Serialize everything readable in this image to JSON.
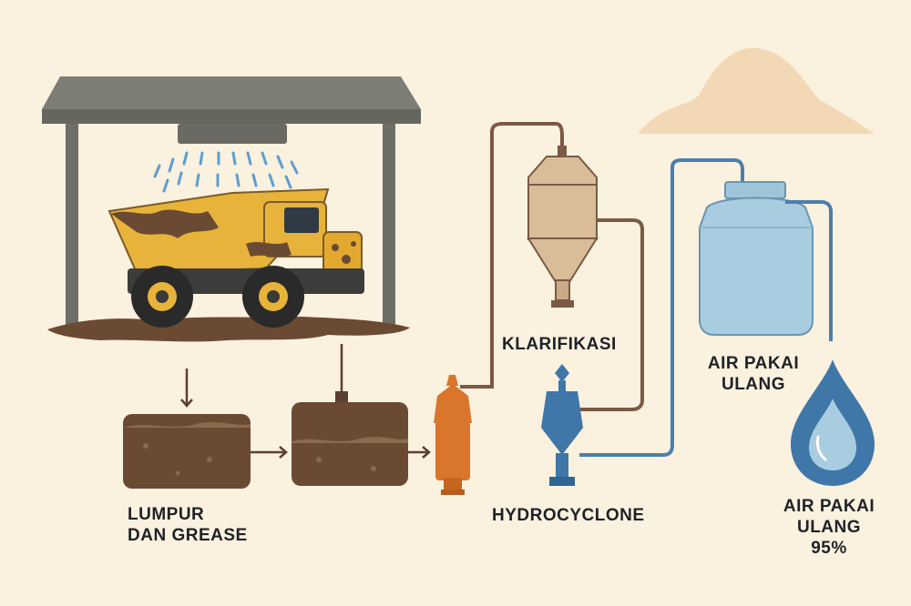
{
  "labels": {
    "lumpur": {
      "line1": "LUMPUR",
      "line2": "DAN GREASE"
    },
    "klarifikasi": "KLARIFIKASI",
    "hydrocyclone": "HYDROCYCLONE",
    "tank": {
      "line1": "AIR PAKAI",
      "line2": "ULANG"
    },
    "drop": {
      "line1": "AIR PAKAI",
      "line2": "ULANG",
      "line3": "95%"
    }
  },
  "colors": {
    "background": "#fbf1df",
    "truck": "#e8b33a",
    "mud": "#6b4a33",
    "pipe_brown": "#7a5a45",
    "pipe_blue": "#4b7fad",
    "filter_orange": "#d9762b",
    "clarifier": "#d8bd98",
    "hydrocyclone": "#3f77a8",
    "tank": "#a9cde0",
    "drop": "#3f77a8",
    "roof": "#7a7a72"
  },
  "icons": [
    "washing-shed",
    "dump-truck",
    "water-spray",
    "mud-pit",
    "settling-tank",
    "filter",
    "clarifier",
    "hydrocyclone",
    "water-tank",
    "water-drop",
    "mountain"
  ]
}
